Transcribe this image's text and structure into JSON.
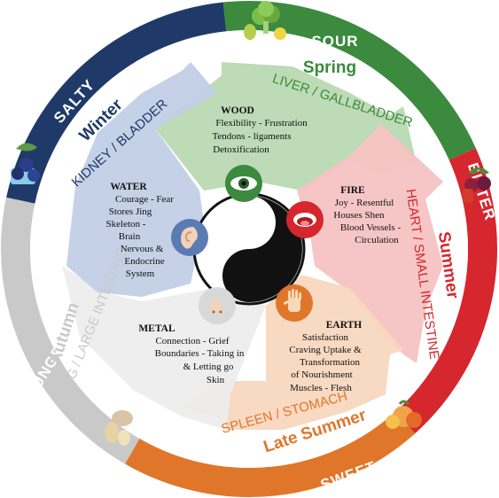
{
  "flavors": {
    "sour": "SOUR",
    "bitter": "BITTER",
    "sweet": "SWEET",
    "pungent": "PUNGENT",
    "salty": "SALTY"
  },
  "seasons": {
    "spring": "Spring",
    "summer": "Summer",
    "late_summer": "Late Summer",
    "autumn": "Autumn",
    "winter": "Winter"
  },
  "organs": {
    "wood": "LIVER / GALLBLADDER",
    "fire": "HEART / SMALL INTESTINE",
    "earth": "SPLEEN / STOMACH",
    "metal": "LUNG / LARGE INTESTINE",
    "water": "KIDNEY / BLADDER"
  },
  "elements": {
    "wood": {
      "title": "WOOD",
      "lines": [
        "Flexibility - Frustration",
        "Tendons - ligaments",
        "Detoxification"
      ]
    },
    "fire": {
      "title": "FIRE",
      "lines": [
        "Joy - Resentful",
        "Houses Shen",
        "Blood Vessels -",
        "Circulation"
      ]
    },
    "earth": {
      "title": "EARTH",
      "lines": [
        "Satisfaction",
        "Craving Uptake &",
        "Transformation",
        "of Nourishment",
        "Muscles - Flesh"
      ]
    },
    "metal": {
      "title": "METAL",
      "lines": [
        "Connection - Grief",
        "Boundaries - Taking in",
        "& Letting go",
        "Skin"
      ]
    },
    "water": {
      "title": "WATER",
      "lines": [
        "Courage - Fear",
        "Stores Jing",
        "Skeleton -",
        "Brain",
        "Nervous &",
        "Endocrine",
        "System"
      ]
    }
  },
  "icons": {
    "wood": "eye-icon",
    "fire": "mouth-tongue-icon",
    "earth": "hand-icon",
    "metal": "nose-icon",
    "water": "ear-icon",
    "center": "yin-yang-icon"
  },
  "colors": {
    "wood": "#3b8a3e",
    "fire": "#d6262e",
    "earth": "#e0762a",
    "metal": "#c9c9c9",
    "water": "#1f3a68",
    "wood_fill": "#b9d9b2",
    "fire_fill": "#f6c3c3",
    "earth_fill": "#f8d7bf",
    "metal_fill": "#ededed",
    "water_fill": "#c2cfe6"
  }
}
